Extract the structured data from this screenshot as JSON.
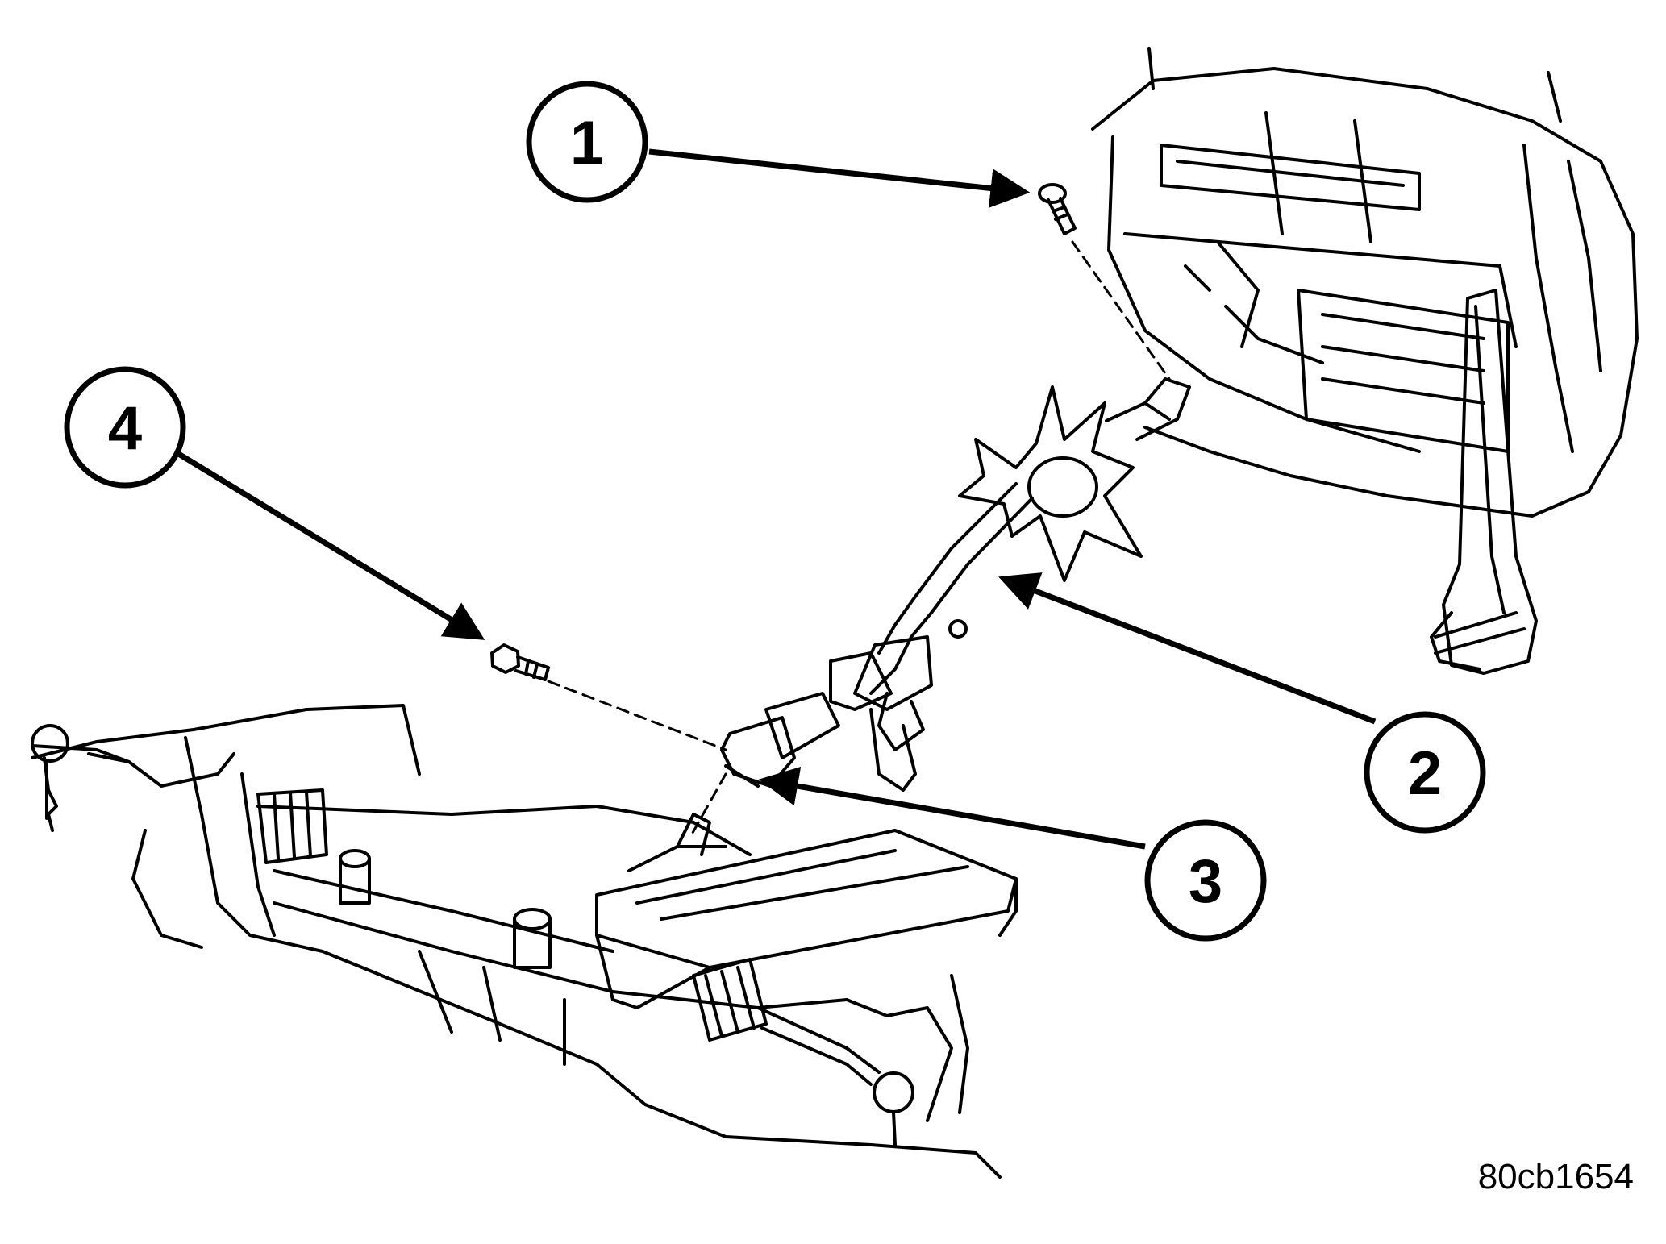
{
  "callouts": [
    {
      "id": "1",
      "label": "1"
    },
    {
      "id": "2",
      "label": "2"
    },
    {
      "id": "3",
      "label": "3"
    },
    {
      "id": "4",
      "label": "4"
    }
  ],
  "figure_id": "80cb1654",
  "colors": {
    "ink": "#000000",
    "paper": "#ffffff"
  }
}
